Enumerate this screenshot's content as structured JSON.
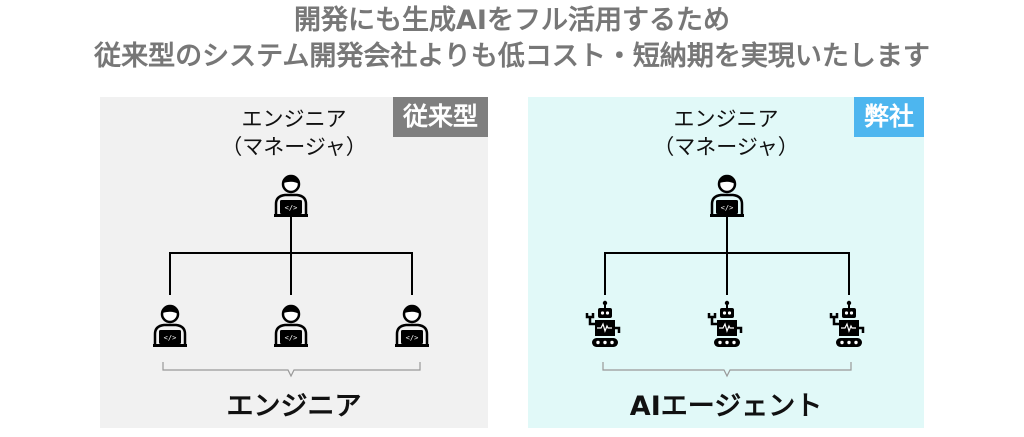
{
  "header": {
    "line1": "開発にも生成AIをフル活用するため",
    "line2": "従来型のシステム開発会社よりも低コスト・短納期を実現いたします"
  },
  "left": {
    "badge": "従来型",
    "manager_line1": "エンジニア",
    "manager_line2": "（マネージャ）",
    "team_label": "エンジニア",
    "badge_color": "#7f7f7f"
  },
  "right": {
    "badge": "弊社",
    "manager_line1": "エンジニア",
    "manager_line2": "（マネージャ）",
    "team_label": "AIエージェント",
    "badge_color": "#4db6ef"
  }
}
